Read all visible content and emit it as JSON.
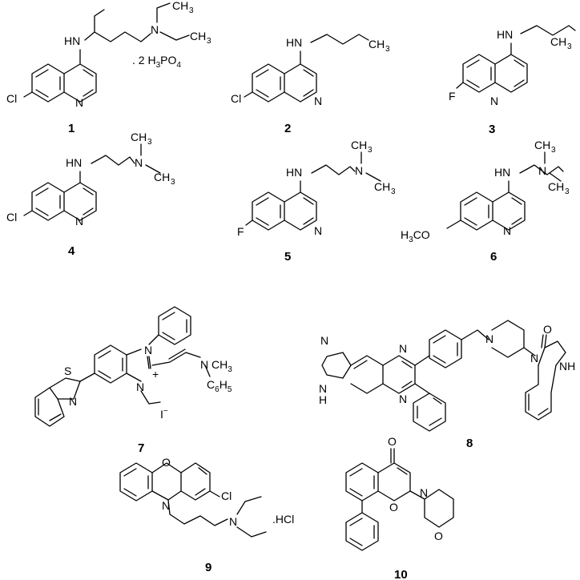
{
  "compounds": [
    {
      "id": "c1",
      "number": "1",
      "labels": [
        "HN",
        "N",
        "CH",
        "3",
        "Cl",
        "N"
      ],
      "salt": ". 2 H",
      "salt2": "PO",
      "salt_sub1": "3",
      "salt_sub2": "4",
      "extra": [
        "CH",
        "3"
      ]
    },
    {
      "id": "c2",
      "number": "2",
      "labels": [
        "HN",
        "CH",
        "3",
        "Cl",
        "N"
      ]
    },
    {
      "id": "c3",
      "number": "3",
      "labels": [
        "HN",
        "CH",
        "3",
        "F",
        "N"
      ]
    },
    {
      "id": "c4",
      "number": "4",
      "labels": [
        "HN",
        "N",
        "CH",
        "3",
        "CH",
        "3",
        "Cl",
        "N"
      ]
    },
    {
      "id": "c5",
      "number": "5",
      "labels": [
        "HN",
        "N",
        "CH",
        "3",
        "CH",
        "3",
        "F",
        "N"
      ]
    },
    {
      "id": "c6",
      "number": "6",
      "labels": [
        "HN",
        "N",
        "CH",
        "3",
        "CH",
        "3",
        "H",
        "3",
        "CO",
        "N"
      ]
    },
    {
      "id": "c7",
      "number": "7",
      "labels": [
        "N",
        "N",
        "+",
        "S",
        "N",
        "N",
        "CH",
        "3",
        "C",
        "6",
        "H",
        "5",
        "I",
        "−"
      ]
    },
    {
      "id": "c8",
      "number": "8",
      "labels": [
        "N",
        "N",
        "N",
        "N",
        "H",
        "N",
        "O",
        "NH",
        "N"
      ]
    },
    {
      "id": "c9",
      "number": "9",
      "labels": [
        "O",
        "N",
        "Cl",
        "N",
        ".HCl"
      ]
    },
    {
      "id": "c10",
      "number": "10",
      "labels": [
        "O",
        "O",
        "N",
        "O"
      ]
    }
  ]
}
